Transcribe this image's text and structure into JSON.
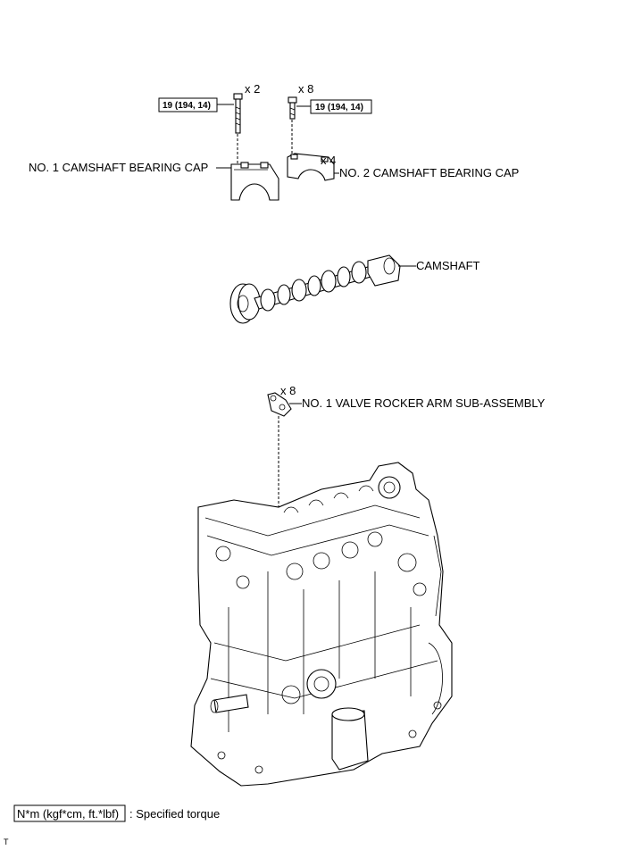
{
  "labels": {
    "cap1": "NO. 1 CAMSHAFT BEARING CAP",
    "cap2": "NO. 2 CAMSHAFT BEARING CAP",
    "camshaft": "CAMSHAFT",
    "rocker": "NO. 1 VALVE ROCKER ARM SUB-ASSEMBLY"
  },
  "quantities": {
    "bolt1": "x 2",
    "bolt2": "x 8",
    "cap2": "x 4",
    "rocker": "x 8"
  },
  "torques": {
    "bolt1": "19 (194, 14)",
    "bolt2": "19 (194, 14)"
  },
  "legend": {
    "unit": "N*m (kgf*cm, ft.*lbf)",
    "desc": ": Specified torque"
  },
  "code": "T"
}
